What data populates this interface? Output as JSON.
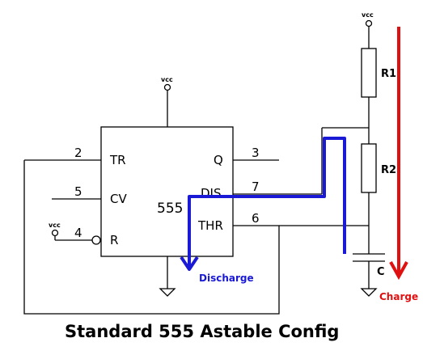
{
  "diagram": {
    "caption": "Standard 555 Astable Config",
    "chip": {
      "label": "555",
      "pins": {
        "tr": {
          "number": "2",
          "name": "TR"
        },
        "cv": {
          "number": "5",
          "name": "CV"
        },
        "r": {
          "number": "4",
          "name": "R"
        },
        "q": {
          "number": "3",
          "name": "Q"
        },
        "dis": {
          "number": "7",
          "name": "DIS"
        },
        "thr": {
          "number": "6",
          "name": "THR"
        }
      }
    },
    "supply": {
      "vcc_top": "vcc",
      "vcc_chip": "vcc",
      "vcc_reset": "vcc"
    },
    "components": {
      "r1": "R1",
      "r2": "R2",
      "c": "C"
    },
    "annotations": {
      "discharge": "Discharge",
      "charge": "Charge"
    },
    "colors": {
      "discharge_path": "#1a1ad6",
      "charge_path": "#e01010",
      "wire": "#000000"
    }
  }
}
